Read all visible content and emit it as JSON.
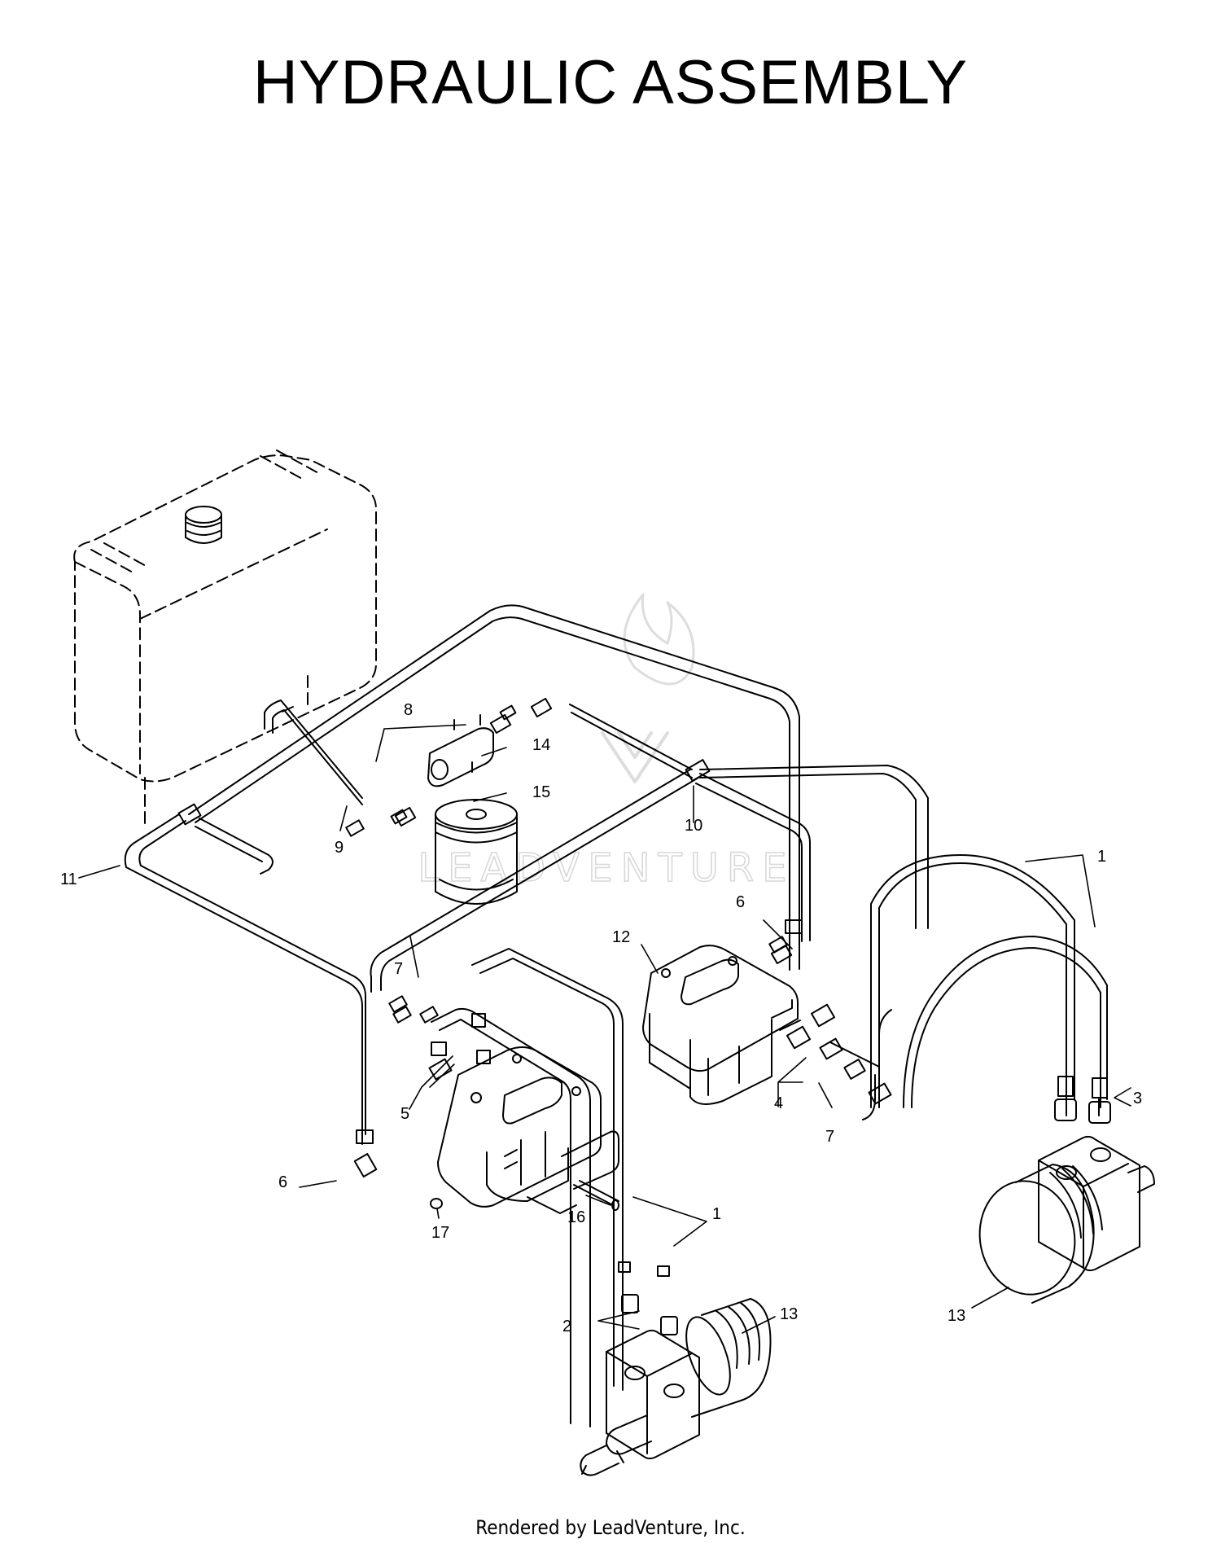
{
  "title": "HYDRAULIC ASSEMBLY",
  "footer": "Rendered by LeadVenture, Inc.",
  "watermark": "LEADVENTURE",
  "callouts": {
    "c1a": "1",
    "c1b": "1",
    "c2": "2",
    "c3": "3",
    "c4": "4",
    "c5": "5",
    "c6a": "6",
    "c6b": "6",
    "c7a": "7",
    "c7b": "7",
    "c8": "8",
    "c9": "9",
    "c10": "10",
    "c11": "11",
    "c12": "12",
    "c13a": "13",
    "c13b": "13",
    "c14": "14",
    "c15": "15",
    "c16": "16",
    "c17": "17"
  }
}
